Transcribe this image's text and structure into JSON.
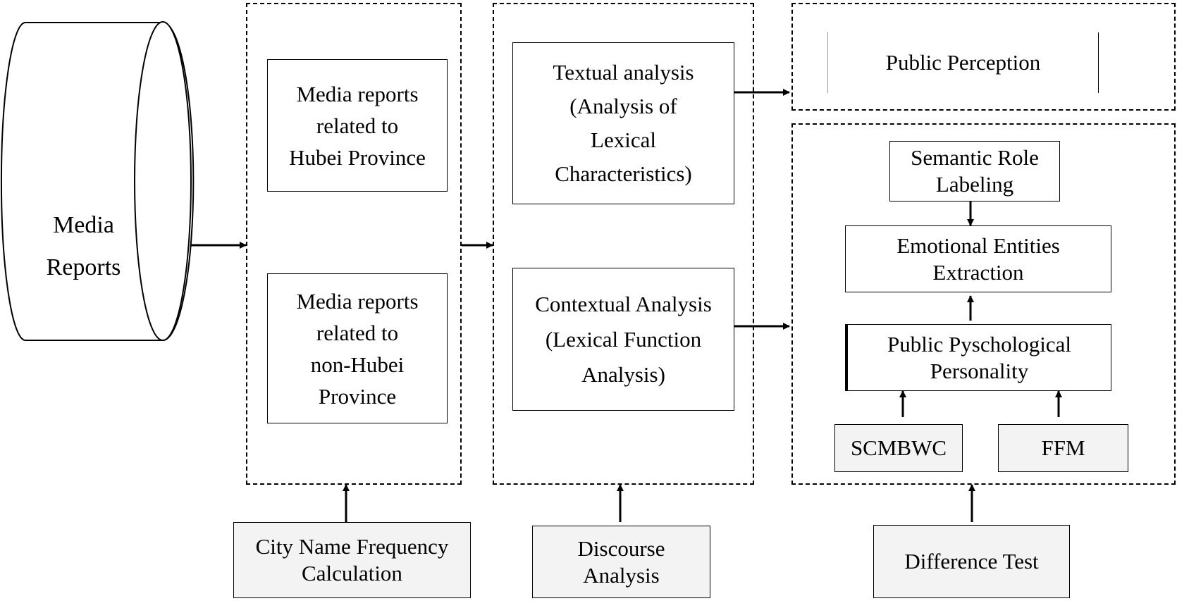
{
  "source": {
    "label": "Media\nReports"
  },
  "stage1": {
    "hubei": "Media reports\nrelated to\nHubei Province",
    "non_hubei": "Media reports\nrelated to\nnon-Hubei\nProvince",
    "method": "City Name Frequency\nCalculation"
  },
  "stage2": {
    "textual": "Textual analysis\n(Analysis of\nLexical\nCharacteristics)",
    "contextual": "Contextual Analysis\n(Lexical Function\nAnalysis)",
    "method": "Discourse\nAnalysis"
  },
  "stage3": {
    "public_perception": "Public Perception",
    "semantic_role": "Semantic Role\nLabeling",
    "emotional_entities": "Emotional Entities\nExtraction",
    "personality": "Public Pyschological\nPersonality",
    "scmbwc": "SCMBWC",
    "ffm": "FFM",
    "method": "Difference Test"
  }
}
